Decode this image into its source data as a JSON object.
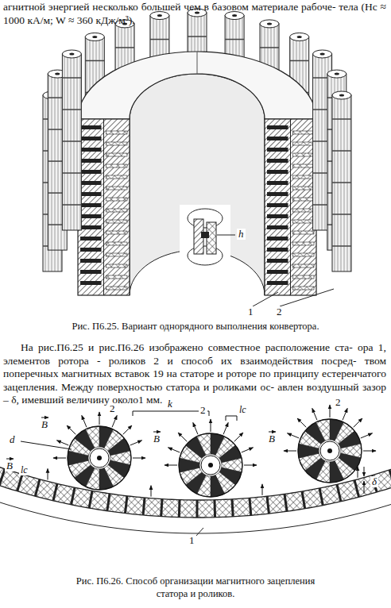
{
  "diagram": {
    "labels": [
      "агнитной энергией несколько большей чем в базовом материале рабоче- тела (Hc ≈ 1000 кА/м; W ≈ 360 кДж/м³).",
      "h",
      "1",
      "2",
      "Рис. П6.25. Вариант однорядного выполнения конвертора.",
      "На рис.П6.25 и рис.П6.26 изображено совместное расположение ста- ора 1, элементов ротора - роликов 2 и способ их взаимодействия посред- твом поперечных магнитных вставок 19 на статоре и роторе по принципу естеренчатого зацепления. Между поверхностью статора и роликами ос- авлен воздушный зазор – δ, имевший величину около1 мм.",
      "k",
      "lc",
      "2",
      "2",
      "2",
      "B",
      "B",
      "B",
      "B",
      "d",
      "lc",
      "δ",
      "1",
      "Рис. П6.26. Способ организации магнитного зацепления статора и роликов."
    ]
  }
}
